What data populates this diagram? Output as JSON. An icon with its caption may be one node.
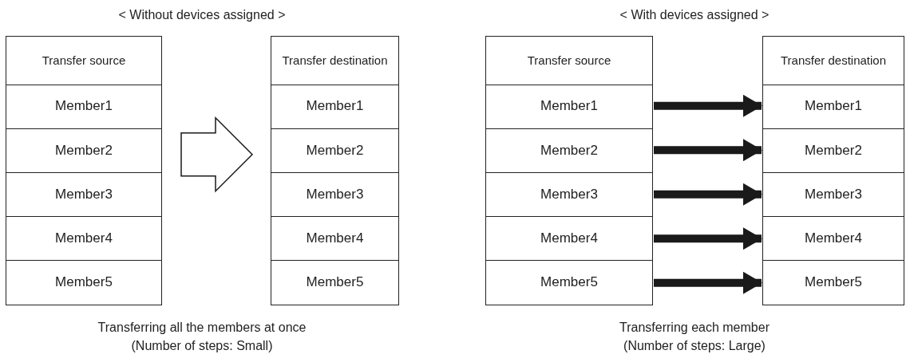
{
  "diagram": {
    "nodes": [
      {
        "text": [],
        "shape": "box"
      },
      {
        "text": [
          "Transfer source"
        ],
        "in": 0
      },
      {
        "text": [
          "Member1"
        ],
        "in": 0
      },
      {
        "text": [
          "Member2"
        ],
        "in": 0
      },
      {
        "text": [
          "Member3"
        ],
        "in": 0
      },
      {
        "text": [
          "Member4"
        ],
        "in": 0
      },
      {
        "text": [
          "Member5"
        ],
        "in": 0
      },
      {
        "text": [],
        "shape": "box"
      },
      {
        "text": [
          "Transfer destination"
        ],
        "in": 7
      },
      {
        "text": [
          "Member1"
        ],
        "in": 7
      },
      {
        "text": [
          "Member2"
        ],
        "in": 7
      },
      {
        "text": [
          "Member3"
        ],
        "in": 7
      },
      {
        "text": [
          "Member4"
        ],
        "in": 7
      },
      {
        "text": [
          "Member5"
        ],
        "in": 7
      },
      {
        "text": [],
        "shape": "box"
      },
      {
        "text": [
          "Transfer source"
        ],
        "in": 14
      },
      {
        "text": [
          "Member1"
        ],
        "in": 14
      },
      {
        "text": [
          "Member2"
        ],
        "in": 14
      },
      {
        "text": [
          "Member3"
        ],
        "in": 14
      },
      {
        "text": [
          "Member4"
        ],
        "in": 14
      },
      {
        "text": [
          "Member5"
        ],
        "in": 14
      },
      {
        "text": [],
        "shape": "box"
      },
      {
        "text": [
          "Transfer destination"
        ],
        "in": 21
      },
      {
        "text": [
          "Member1"
        ],
        "in": 21
      },
      {
        "text": [
          "Member2"
        ],
        "in": 21
      },
      {
        "text": [
          "Member3"
        ],
        "in": 21
      },
      {
        "text": [
          "Member4"
        ],
        "in": 21
      },
      {
        "text": [
          "Member5"
        ],
        "in": 21
      }
    ],
    "edges": [
      {
        "from": 0,
        "to": 7,
        "arrow": "to",
        "style": "thick"
      },
      {
        "from": 16,
        "to": 23,
        "arrow": "to"
      },
      {
        "from": 17,
        "to": 24,
        "arrow": "to"
      },
      {
        "from": 18,
        "to": 25,
        "arrow": "to"
      },
      {
        "from": 19,
        "to": 26,
        "arrow": "to"
      },
      {
        "from": 20,
        "to": 27,
        "arrow": "to"
      }
    ],
    "labels": [
      "< Without devices assigned >",
      "< With devices assigned >",
      "Transferring all the members at once",
      "(Number of steps: Small)",
      "Transferring each member",
      "(Number of steps: Large)"
    ]
  }
}
